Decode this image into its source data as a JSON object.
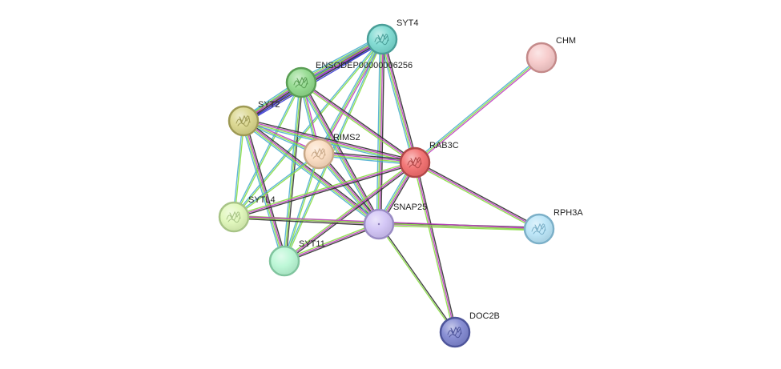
{
  "network": {
    "nodes": [
      {
        "id": "SYT4",
        "label": "SYT4",
        "color": "#7ad9d0",
        "stroke": "#4a9e98",
        "structure": true
      },
      {
        "id": "CHM",
        "label": "CHM",
        "color": "#f6c8c8",
        "stroke": "#c48a8a",
        "structure": false
      },
      {
        "id": "ENSODEP",
        "label": "ENSODEP00000006256",
        "color": "#8fd98a",
        "stroke": "#5a9e55",
        "structure": true
      },
      {
        "id": "SYT2",
        "label": "SYT2",
        "color": "#d9d58a",
        "stroke": "#9e9a55",
        "structure": true
      },
      {
        "id": "RIMS2",
        "label": "RIMS2",
        "color": "#fbdcc0",
        "stroke": "#c8a888",
        "structure": true
      },
      {
        "id": "RAB3C",
        "label": "RAB3C",
        "color": "#f26d6d",
        "stroke": "#b04848",
        "structure": true
      },
      {
        "id": "SYTL4",
        "label": "SYTL4",
        "color": "#dff7b8",
        "stroke": "#a8c487",
        "structure": true
      },
      {
        "id": "SNAP25",
        "label": "SNAP25",
        "color": "#d0c2f5",
        "stroke": "#9a8cc4",
        "structure": false
      },
      {
        "id": "RPH3A",
        "label": "RPH3A",
        "color": "#b8e4f7",
        "stroke": "#7cb0c8",
        "structure": true
      },
      {
        "id": "SYT11",
        "label": "SYT11",
        "color": "#b8f7d4",
        "stroke": "#80c49e",
        "structure": false
      },
      {
        "id": "DOC2B",
        "label": "DOC2B",
        "color": "#7f86d0",
        "stroke": "#4e559a",
        "structure": true
      }
    ],
    "edges": [
      {
        "source": "SYT4",
        "target": "ENSODEP",
        "colors": [
          "#3a3ad0",
          "#3a3ad0",
          "#303030",
          "#c040c0",
          "#88dd44",
          "#50b0d0"
        ]
      },
      {
        "source": "SYT4",
        "target": "SYT2",
        "colors": [
          "#3a3ad0",
          "#303030",
          "#c040c0",
          "#88dd44",
          "#50b0d0"
        ]
      },
      {
        "source": "SYT4",
        "target": "RIMS2",
        "colors": [
          "#c040c0",
          "#88dd44",
          "#50b0d0"
        ]
      },
      {
        "source": "SYT4",
        "target": "RAB3C",
        "colors": [
          "#303030",
          "#c040c0",
          "#88dd44",
          "#50b0d0"
        ]
      },
      {
        "source": "SYT4",
        "target": "SNAP25",
        "colors": [
          "#303030",
          "#c040c0",
          "#88dd44",
          "#50b0d0"
        ]
      },
      {
        "source": "SYT4",
        "target": "SYT11",
        "colors": [
          "#88dd44",
          "#50b0d0"
        ]
      },
      {
        "source": "SYT4",
        "target": "SYTL4",
        "colors": [
          "#88dd44",
          "#50b0d0"
        ]
      },
      {
        "source": "CHM",
        "target": "RAB3C",
        "colors": [
          "#c040c0",
          "#88dd44",
          "#50b0d0"
        ]
      },
      {
        "source": "ENSODEP",
        "target": "SYT2",
        "colors": [
          "#3a3ad0",
          "#303030",
          "#c040c0",
          "#88dd44",
          "#50b0d0"
        ]
      },
      {
        "source": "ENSODEP",
        "target": "RIMS2",
        "colors": [
          "#c040c0",
          "#88dd44",
          "#50b0d0"
        ]
      },
      {
        "source": "ENSODEP",
        "target": "RAB3C",
        "colors": [
          "#303030",
          "#c040c0",
          "#88dd44"
        ]
      },
      {
        "source": "ENSODEP",
        "target": "SNAP25",
        "colors": [
          "#303030",
          "#c040c0",
          "#88dd44",
          "#50b0d0"
        ]
      },
      {
        "source": "ENSODEP",
        "target": "SYTL4",
        "colors": [
          "#88dd44",
          "#50b0d0"
        ]
      },
      {
        "source": "ENSODEP",
        "target": "SYT11",
        "colors": [
          "#303030",
          "#88dd44",
          "#50b0d0"
        ]
      },
      {
        "source": "SYT2",
        "target": "RIMS2",
        "colors": [
          "#c040c0",
          "#88dd44",
          "#50b0d0"
        ]
      },
      {
        "source": "SYT2",
        "target": "RAB3C",
        "colors": [
          "#303030",
          "#c040c0",
          "#88dd44",
          "#50b0d0"
        ]
      },
      {
        "source": "SYT2",
        "target": "SNAP25",
        "colors": [
          "#303030",
          "#c040c0",
          "#88dd44",
          "#50b0d0"
        ]
      },
      {
        "source": "SYT2",
        "target": "SYT11",
        "colors": [
          "#303030",
          "#c040c0",
          "#88dd44",
          "#50b0d0"
        ]
      },
      {
        "source": "SYT2",
        "target": "SYTL4",
        "colors": [
          "#88dd44",
          "#50b0d0"
        ]
      },
      {
        "source": "RIMS2",
        "target": "RAB3C",
        "colors": [
          "#303030",
          "#c040c0",
          "#88dd44",
          "#50b0d0"
        ]
      },
      {
        "source": "RIMS2",
        "target": "SNAP25",
        "colors": [
          "#303030",
          "#c040c0",
          "#88dd44",
          "#50b0d0"
        ]
      },
      {
        "source": "RIMS2",
        "target": "SYT11",
        "colors": [
          "#88dd44",
          "#50b0d0"
        ]
      },
      {
        "source": "RIMS2",
        "target": "SYTL4",
        "colors": [
          "#88dd44",
          "#50b0d0"
        ]
      },
      {
        "source": "RAB3C",
        "target": "SNAP25",
        "colors": [
          "#303030",
          "#c040c0",
          "#88dd44",
          "#50b0d0"
        ]
      },
      {
        "source": "RAB3C",
        "target": "RPH3A",
        "colors": [
          "#303030",
          "#c040c0",
          "#88dd44"
        ]
      },
      {
        "source": "RAB3C",
        "target": "DOC2B",
        "colors": [
          "#303030",
          "#c040c0",
          "#88dd44"
        ]
      },
      {
        "source": "RAB3C",
        "target": "SYTL4",
        "colors": [
          "#303030",
          "#c040c0",
          "#88dd44"
        ]
      },
      {
        "source": "RAB3C",
        "target": "SYT11",
        "colors": [
          "#303030",
          "#c040c0",
          "#88dd44"
        ]
      },
      {
        "source": "SNAP25",
        "target": "RPH3A",
        "colors": [
          "#303030",
          "#c040c0",
          "#88dd44"
        ]
      },
      {
        "source": "SNAP25",
        "target": "DOC2B",
        "colors": [
          "#303030",
          "#88dd44"
        ]
      },
      {
        "source": "SNAP25",
        "target": "SYTL4",
        "colors": [
          "#303030",
          "#c040c0",
          "#88dd44"
        ]
      },
      {
        "source": "SNAP25",
        "target": "SYT11",
        "colors": [
          "#303030",
          "#c040c0",
          "#88dd44"
        ]
      },
      {
        "source": "SYTL4",
        "target": "RPH3A",
        "colors": [
          "#c040c0",
          "#88dd44"
        ]
      }
    ]
  }
}
